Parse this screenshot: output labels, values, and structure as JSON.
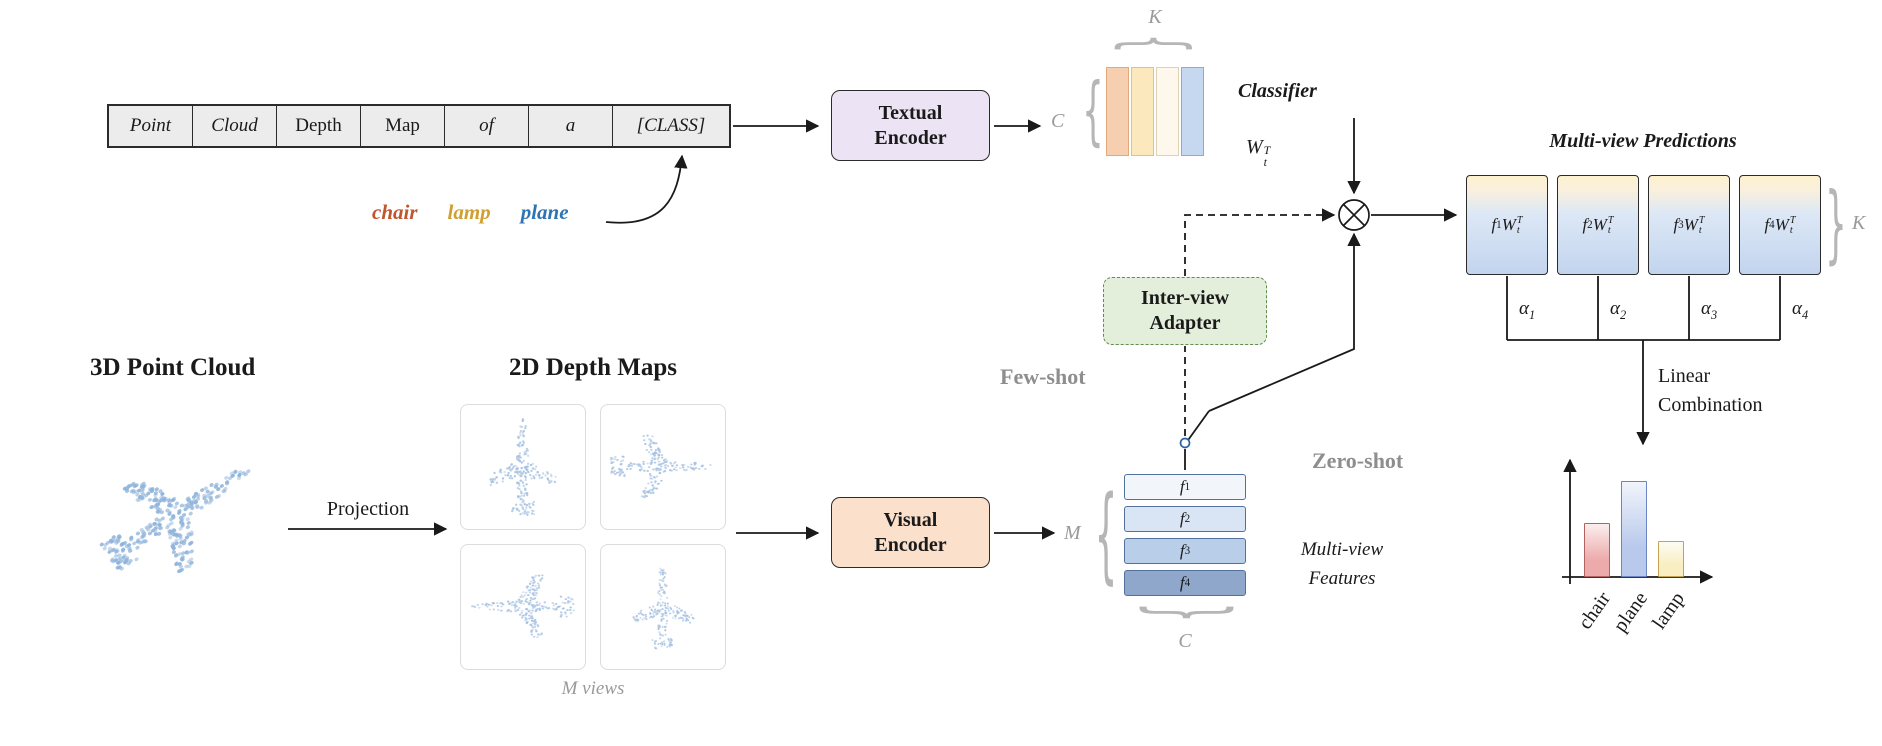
{
  "glyphs": {
    "open_brace": "{",
    "close_brace": "}"
  },
  "prompt_table": {
    "cells": [
      {
        "text": "Point",
        "italic": true
      },
      {
        "text": "Cloud",
        "italic": true
      },
      {
        "text": "Depth",
        "italic": false
      },
      {
        "text": "Map",
        "italic": false
      },
      {
        "text": "of",
        "italic": true
      },
      {
        "text": "a",
        "italic": true
      },
      {
        "text": "[CLASS]",
        "italic": true
      }
    ]
  },
  "class_words": [
    {
      "label": "chair",
      "color": "#c0562e"
    },
    {
      "label": "lamp",
      "color": "#d19f2f"
    },
    {
      "label": "plane",
      "color": "#2e74b5"
    }
  ],
  "textual_encoder": {
    "line1": "Textual",
    "line2": "Encoder"
  },
  "visual_encoder": {
    "line1": "Visual",
    "line2": "Encoder"
  },
  "classifier": {
    "title": "Classifier",
    "weight_base": "W",
    "weight_sub": "t",
    "weight_sup": "T",
    "k_label": "K",
    "c_label": "C",
    "bar_colors": [
      "#f6cfb0",
      "#fbe9bd",
      "#fdf7ec",
      "#c5d8ef"
    ],
    "bar_borders": [
      "#e2a97c",
      "#e0c37f",
      "#ddd2b6",
      "#91a9cd"
    ]
  },
  "adapter": {
    "line1": "Inter-view",
    "line2": "Adapter"
  },
  "modes": {
    "few_shot": "Few-shot",
    "zero_shot": "Zero-shot"
  },
  "features": {
    "label_base": "f",
    "rows": [
      {
        "sub": "1",
        "color": "#f2f6fb"
      },
      {
        "sub": "2",
        "color": "#d9e5f4"
      },
      {
        "sub": "3",
        "color": "#b9cfe9"
      },
      {
        "sub": "4",
        "color": "#90a7cc"
      }
    ],
    "m_label": "M",
    "c_label": "C",
    "caption_line1": "Multi-view",
    "caption_line2": "Features"
  },
  "left_panel": {
    "point_cloud_title": "3D Point Cloud",
    "projection_label": "Projection",
    "depth_maps_title": "2D Depth Maps",
    "views_caption": "M views"
  },
  "predictions": {
    "title": "Multi-view Predictions",
    "f_base": "f",
    "w_base": "W",
    "w_sub": "t",
    "w_sup": "T",
    "boxes": [
      {
        "sub": "1"
      },
      {
        "sub": "2"
      },
      {
        "sub": "3"
      },
      {
        "sub": "4"
      }
    ],
    "alpha_base": "α",
    "alphas": [
      "1",
      "2",
      "3",
      "4"
    ],
    "k_label": "K",
    "linear_line1": "Linear",
    "linear_line2": "Combination"
  },
  "chart_data": {
    "type": "bar",
    "title": "",
    "categories": [
      "chair",
      "plane",
      "lamp"
    ],
    "values": [
      0.45,
      0.8,
      0.3
    ],
    "ylim": [
      0,
      1
    ],
    "colors": [
      "#ecaaaa",
      "#b9c9ec",
      "#f8eec2"
    ],
    "border_colors": [
      "#b2625f",
      "#6b85c2",
      "#c2a453"
    ],
    "xlabel": "",
    "ylabel": "",
    "legend": "none",
    "grid": false
  }
}
